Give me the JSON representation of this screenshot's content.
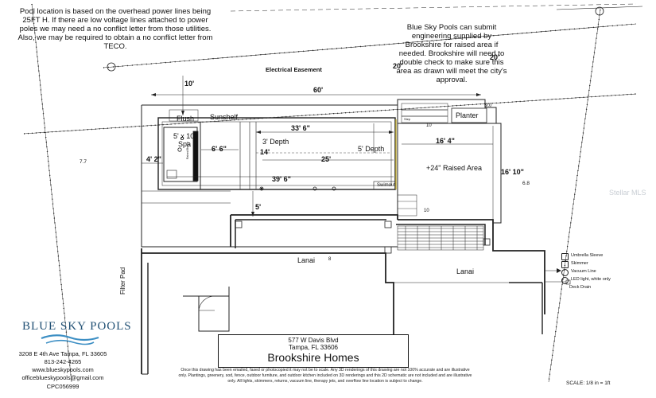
{
  "notes": {
    "power_lines": "Pool location is based on the overhead power lines being 25FT H. If there are low voltage lines attached to power poles we may need a no conflict letter from those utilities. Also, we may be required to obtain a no conflict letter from TECO.",
    "engineering": "Blue Sky Pools can submit engineering supplied by Brookshire for raised area if needed. Brookshire will need to double check to make sure this area as drawn will meet the city's approval."
  },
  "labels": {
    "easement": "Electrical Easement",
    "flush": "Flush",
    "sunshelf": "Sunshelf",
    "spa": "5' x 10'\nSpa",
    "depth3": "3' Depth",
    "depth5": "5' Depth",
    "raised_area": "+24\" Raised Area",
    "planter": "Planter",
    "swimout": "Swimout",
    "lanai_left": "Lanai",
    "lanai_right": "Lanai",
    "filter_pad": "Filter Pad",
    "bench": "Raised Bench",
    "step": "Step"
  },
  "dimensions": {
    "d60": "60'",
    "d10_top": "10'",
    "d33_6": "33' 6\"",
    "d6_6": "6' 6\"",
    "d14": "14'",
    "d25": "25'",
    "d39_6": "39' 6\"",
    "d4_2": "4' 2\"",
    "d5": "5'",
    "d16_4": "16' 4\"",
    "d16_10": "16' 10\"",
    "d20_a": "20'",
    "d20_b": "20'",
    "d10_planter": "10",
    "d9": "9.0",
    "d10_low": "10",
    "d8": "8",
    "d7_7": "7.7",
    "d6_8": "6.8"
  },
  "company": {
    "name": "BLUE SKY POOLS",
    "address": "3208 E 4th Ave Tampa, FL  33605",
    "phone": "813-242-4265",
    "web": "www.blueskypools.com",
    "email": "officeblueskypools@gmail.com",
    "license": "CPC056999"
  },
  "title_block": {
    "street": "577 W Davis Blvd",
    "city": "Tampa, FL  33606",
    "client": "Brookshire Homes"
  },
  "disclaimer": "Once this drawing has been emailed, faxed or photocopied it may not be to scale. Any 3D renderings of this drawing are not 100% accurate and are illustrative only. Plantings, greenery, sod, fence, outdoor furniture, and outdoor kitchen included on 3D renderings and this 2D schematic are not included and are illustrative only. All lights, skimmers, returns, vacuum line, therapy jets, and overflow line location is subject to change.",
  "scale": "SCALE: 1/8 in = 1ft",
  "legend": [
    {
      "icon": "umbrella-sleeve-icon",
      "label": "Umbrella Sleeve"
    },
    {
      "icon": "skimmer-icon",
      "label": "Skimmer"
    },
    {
      "icon": "vacuum-line-icon",
      "label": "Vacuum Line"
    },
    {
      "icon": "led-light-icon",
      "label": "LED light, white only"
    },
    {
      "icon": "deck-drain-icon",
      "label": "Deck Drain"
    }
  ],
  "watermark": "Stellar MLS",
  "colors": {
    "logo_blue": "#1f4f73",
    "wave_blue": "#3d8fc4"
  }
}
